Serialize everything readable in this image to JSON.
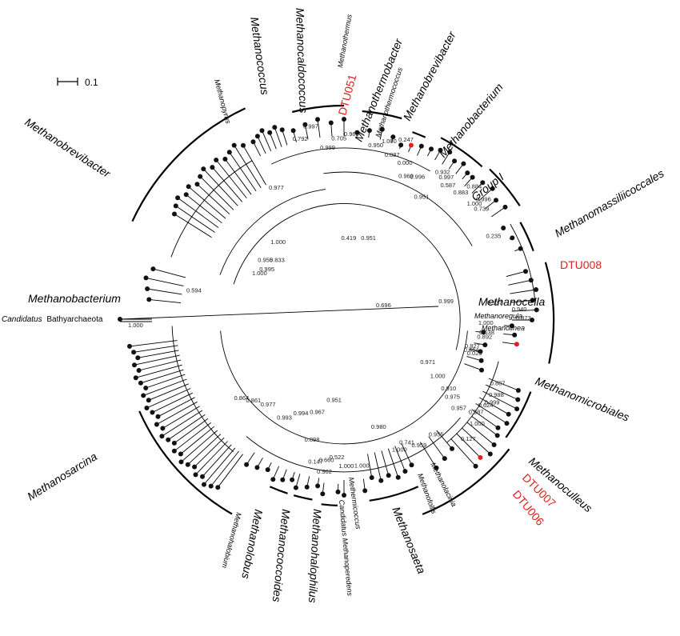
{
  "scale_bar": {
    "label": "0.1"
  },
  "colors": {
    "highlight": "#e0201b",
    "line": "#000000",
    "dot": "#111111"
  },
  "outgroup": {
    "prefix": "Candidatus",
    "name": "Bathyarchaeota",
    "support": "1.000",
    "long_branch_support": "0.696"
  },
  "groups": [
    {
      "name": "Methanobrevibacter",
      "key": "mbrev1",
      "style": "big"
    },
    {
      "name": "Methanopyrus",
      "key": "mpyrus",
      "style": "small"
    },
    {
      "name": "Methanococcus",
      "key": "mcoccus",
      "style": "big"
    },
    {
      "name": "Methanocaldococcus",
      "key": "mcaldo",
      "style": "big"
    },
    {
      "name": "Methanothermus",
      "key": "mthermus",
      "style": "small"
    },
    {
      "name": "DTU051",
      "key": "dtu051",
      "style": "red"
    },
    {
      "name": "Methanothermobacter",
      "key": "mthermobacter",
      "style": "big"
    },
    {
      "name": "Methanothermococcus",
      "key": "mthermococcus",
      "style": "small"
    },
    {
      "name": "Methanobrevibacter",
      "key": "mbrev2",
      "style": "big"
    },
    {
      "name": "Methanobacterium",
      "key": "mbact1",
      "style": "big"
    },
    {
      "name": "Group I",
      "key": "group1",
      "style": "big"
    },
    {
      "name": "Methanomassiliicoccales",
      "key": "mmassil",
      "style": "big"
    },
    {
      "name": "DTU008",
      "key": "dtu008",
      "style": "red"
    },
    {
      "name": "Methanocella",
      "key": "mcella",
      "style": "big"
    },
    {
      "name": "Methanoregula",
      "key": "mregula",
      "style": "small"
    },
    {
      "name": "Methanolinea",
      "key": "mlinea",
      "style": "small"
    },
    {
      "name": "Methanomicrobiales",
      "key": "mmicro",
      "style": "big"
    },
    {
      "name": "Methanoculleus",
      "key": "mculleus",
      "style": "big"
    },
    {
      "name": "DTU007",
      "key": "dtu007",
      "style": "red"
    },
    {
      "name": "DTU006",
      "key": "dtu006",
      "style": "red"
    },
    {
      "name": "Methanolacinia",
      "key": "mlacinia",
      "style": "small"
    },
    {
      "name": "Methanofollis",
      "key": "mfollis",
      "style": "small"
    },
    {
      "name": "Methanosaeta",
      "key": "msaeta",
      "style": "big"
    },
    {
      "name": "Methermicoccus",
      "key": "mthermicoccus",
      "style": "small"
    },
    {
      "name": "Candidatus Methanoperedens",
      "key": "mperedens",
      "style": "small"
    },
    {
      "name": "Methanohalophilus",
      "key": "mhalophilus",
      "style": "big"
    },
    {
      "name": "Methanococcoides",
      "key": "mcoccoides",
      "style": "big"
    },
    {
      "name": "Methanolobus",
      "key": "mlobus",
      "style": "big"
    },
    {
      "name": "Methanohalobium",
      "key": "mhalobium",
      "style": "small"
    },
    {
      "name": "Methanosarcina",
      "key": "msarcina",
      "style": "big"
    },
    {
      "name": "Methanobacterium",
      "key": "mbact2",
      "style": "big"
    }
  ],
  "bootstrap_values": [
    "0.419",
    "0.951",
    "1.000",
    "0.833",
    "1.000",
    "0.955",
    "0.995",
    "0.977",
    "0.792",
    "0.997",
    "0.999",
    "0.705",
    "0.960",
    "0.950",
    "1.000",
    "0.887",
    "0.247",
    "0.000",
    "0.969",
    "0.996",
    "0.951",
    "0.932",
    "0.997",
    "0.587",
    "0.883",
    "0.884",
    "1.000",
    "0.996",
    "0.739",
    "0.235",
    "0.999",
    "0.937",
    "0.940",
    "0.873",
    "1.000",
    "0.638",
    "0.892",
    "0.594",
    "0.827",
    "0.464",
    "0.025",
    "0.971",
    "1.000",
    "0.910",
    "0.975",
    "0.957",
    "0.887",
    "0.988",
    "0.999",
    "0.624",
    "0.587",
    "1.000",
    "0.127",
    "0.955",
    "0.959",
    "0.741",
    "1.000",
    "0.980",
    "0.951",
    "0.967",
    "0.994",
    "0.993",
    "0.977",
    "0.861",
    "0.864",
    "0.898",
    "0.660",
    "0.522",
    "0.147",
    "0.962",
    "1.000",
    "1.000"
  ]
}
